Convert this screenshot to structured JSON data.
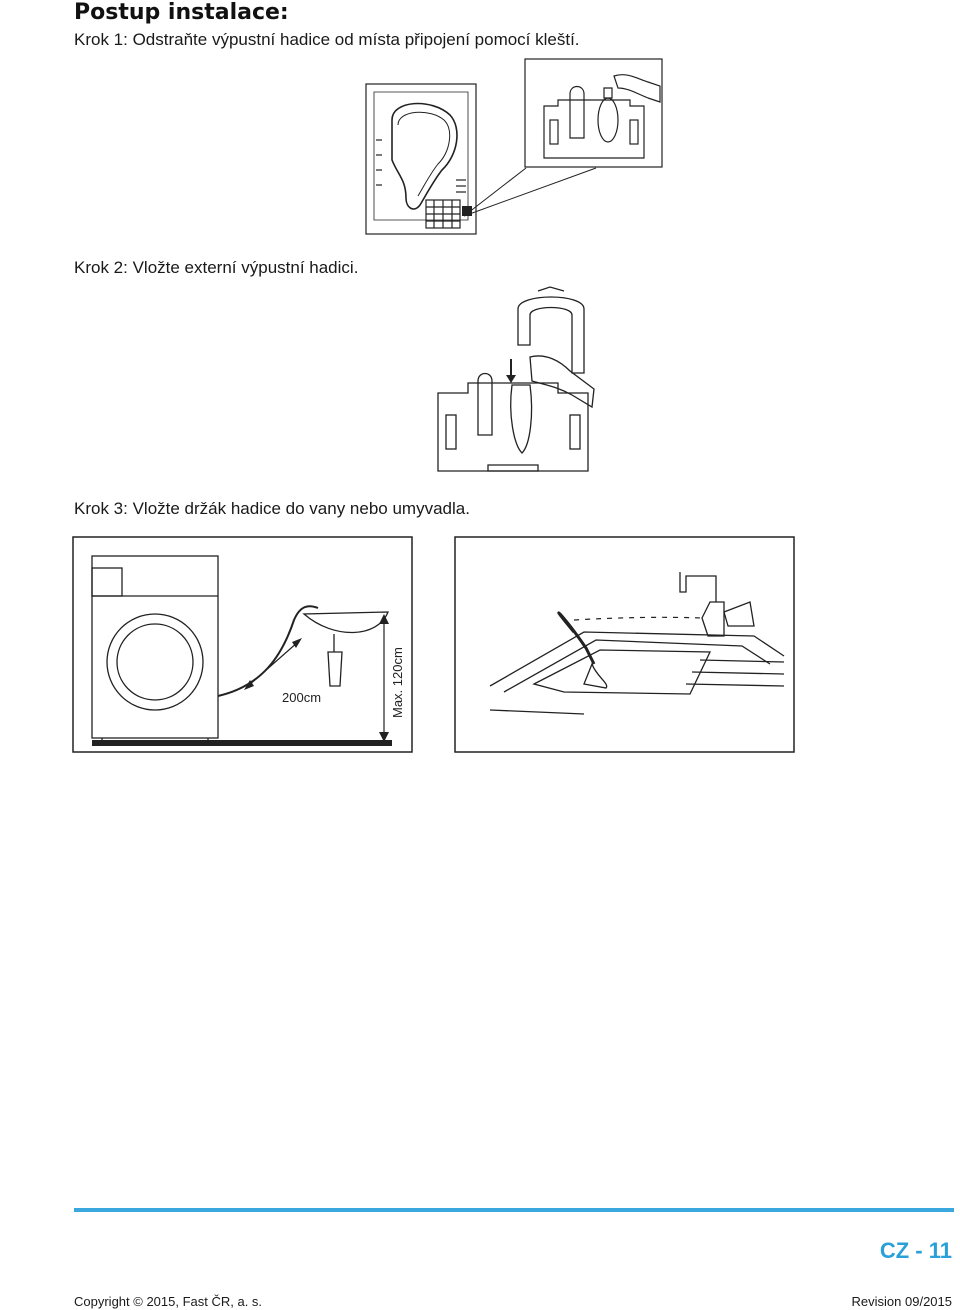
{
  "page": {
    "title": "Postup instalace:",
    "steps": [
      "Krok 1: Odstraňte výpustní hadice od místa připojení pomocí kleští.",
      "Krok 2: Vložte externí výpustní hadici.",
      "Krok 3: Vložte držák hadice do vany nebo umyvadla."
    ],
    "figure_labels": {
      "hose_length": "200cm",
      "max_height": "Max. 120cm"
    },
    "page_number": "CZ - 11",
    "copyright": "Copyright © 2015, Fast ČR, a. s.",
    "revision": "Revision 09/2015"
  },
  "colors": {
    "accent": "#2a9fd8",
    "rule": "#3aa8df",
    "line_art": "#222222"
  }
}
